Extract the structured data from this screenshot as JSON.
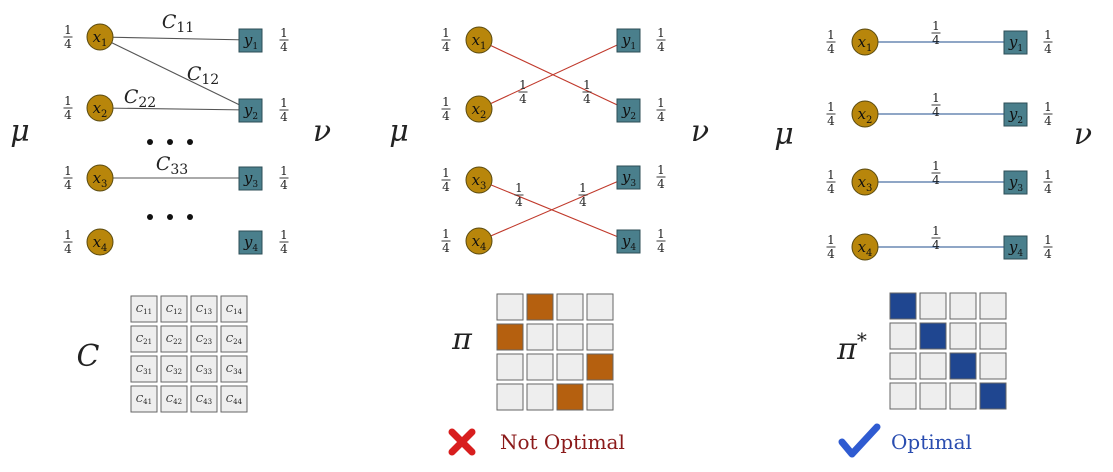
{
  "colors": {
    "source_node": "#b8860b",
    "target_node": "#4a7f8c",
    "edge_gray": "#555555",
    "edge_red": "#c0392b",
    "edge_blue": "#1f4e8c",
    "cell_empty": "#eeeeee",
    "cell_orange": "#b5600f",
    "cell_blue": "#1f4690",
    "not_optimal_text": "#8b1a1a",
    "optimal_text": "#2a4db0"
  },
  "fraction": {
    "num": "1",
    "den": "4"
  },
  "source_nodes": [
    "x1",
    "x2",
    "x3",
    "x4"
  ],
  "target_nodes": [
    "y1",
    "y2",
    "y3",
    "y4"
  ],
  "mu_label": "μ",
  "nu_label": "ν",
  "panel1": {
    "edges": [
      {
        "from": 0,
        "to": 0,
        "label": "C11"
      },
      {
        "from": 0,
        "to": 1,
        "label": "C12"
      },
      {
        "from": 1,
        "to": 1,
        "label": "C22"
      },
      {
        "from": 2,
        "to": 2,
        "label": "C33"
      }
    ],
    "matrix_symbol": "C",
    "matrix_cells": [
      [
        "C11",
        "C12",
        "C13",
        "C14"
      ],
      [
        "C21",
        "C22",
        "C23",
        "C24"
      ],
      [
        "C31",
        "C32",
        "C33",
        "C34"
      ],
      [
        "C41",
        "C42",
        "C43",
        "C44"
      ]
    ]
  },
  "panel2": {
    "edges": [
      {
        "from": 0,
        "to": 1
      },
      {
        "from": 1,
        "to": 0
      },
      {
        "from": 2,
        "to": 3
      },
      {
        "from": 3,
        "to": 2
      }
    ],
    "matrix_symbol": "π",
    "filled": [
      [
        0,
        1
      ],
      [
        1,
        0
      ],
      [
        2,
        3
      ],
      [
        3,
        2
      ]
    ],
    "status_icon": "cross-icon",
    "status": "Not Optimal"
  },
  "panel3": {
    "edges": [
      {
        "from": 0,
        "to": 0
      },
      {
        "from": 1,
        "to": 1
      },
      {
        "from": 2,
        "to": 2
      },
      {
        "from": 3,
        "to": 3
      }
    ],
    "matrix_symbol": "π*",
    "filled": [
      [
        0,
        0
      ],
      [
        1,
        1
      ],
      [
        2,
        2
      ],
      [
        3,
        3
      ]
    ],
    "status_icon": "checkmark-icon",
    "status": "Optimal"
  }
}
